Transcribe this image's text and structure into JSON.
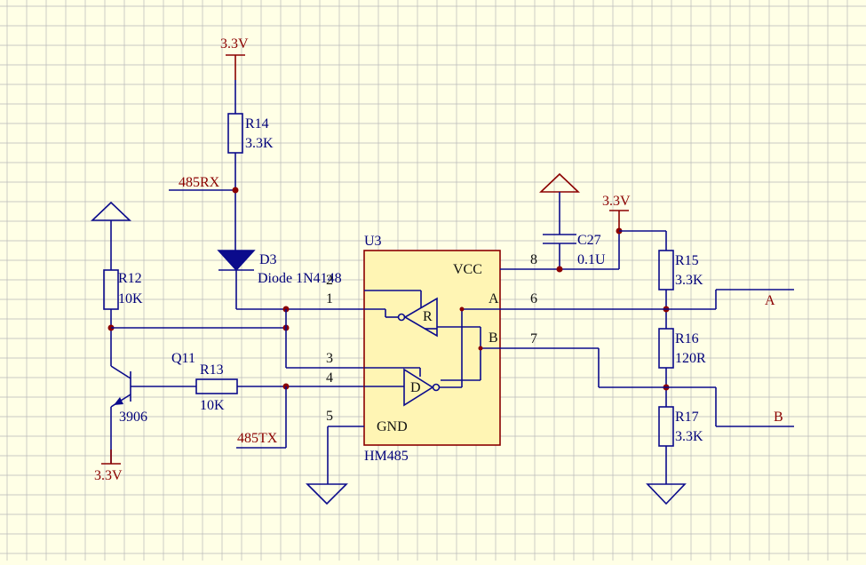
{
  "colors": {
    "background": "#FFFFE6",
    "grid": "#B8B8B8",
    "wire": "#0B0B8C",
    "power_net": "#8B0000",
    "ic_fill": "#FFF5B4"
  },
  "power": {
    "vcc_top": "3.3V",
    "vcc_right": "3.3V",
    "vcc_bottom": "3.3V"
  },
  "nets": {
    "rx": "485RX",
    "tx": "485TX",
    "a": "A",
    "b": "B"
  },
  "components": {
    "r14": {
      "ref": "R14",
      "value": "3.3K"
    },
    "r12": {
      "ref": "R12",
      "value": "10K"
    },
    "r13": {
      "ref": "R13",
      "value": "10K"
    },
    "r15": {
      "ref": "R15",
      "value": "3.3K"
    },
    "r16": {
      "ref": "R16",
      "value": "120R"
    },
    "r17": {
      "ref": "R17",
      "value": "3.3K"
    },
    "d3": {
      "ref": "D3",
      "value": "Diode 1N4148"
    },
    "q11": {
      "ref": "Q11",
      "value": "3906"
    },
    "c27": {
      "ref": "C27",
      "value": "0.1U"
    }
  },
  "ic": {
    "ref": "U3",
    "part": "HM485",
    "vcc_label": "VCC",
    "gnd_label": "GND",
    "a_label": "A",
    "b_label": "B",
    "receiver_label": "R",
    "driver_label": "D",
    "pins": {
      "p1": "1",
      "p2": "2",
      "p3": "3",
      "p4": "4",
      "p5": "5",
      "p6": "6",
      "p7": "7",
      "p8": "8"
    }
  }
}
